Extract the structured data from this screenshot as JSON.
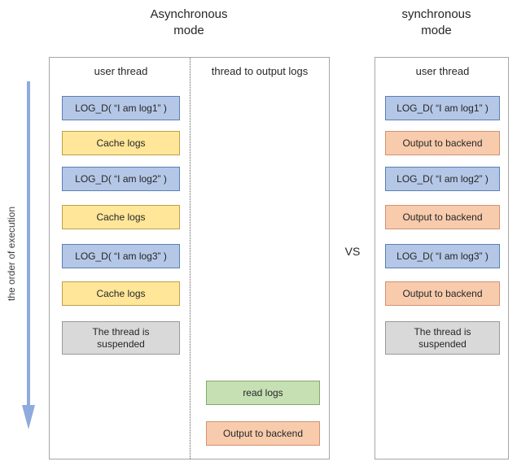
{
  "titles": {
    "left": "Asynchronous\nmode",
    "right": "synchronous\nmode"
  },
  "vs_label": "VS",
  "axis_label": "the order of execution",
  "async_panel": {
    "user_thread_header": "user thread",
    "output_thread_header": "thread to output logs",
    "user_boxes": [
      {
        "label": "LOG_D( “I am log1” )",
        "type": "blue"
      },
      {
        "label": "Cache logs",
        "type": "yellow"
      },
      {
        "label": "LOG_D( “I am log2” )",
        "type": "blue"
      },
      {
        "label": "Cache logs",
        "type": "yellow"
      },
      {
        "label": "LOG_D( “I am log3” )",
        "type": "blue"
      },
      {
        "label": "Cache logs",
        "type": "yellow"
      },
      {
        "label": "The thread is suspended",
        "type": "gray"
      }
    ],
    "output_boxes": [
      {
        "label": "read logs",
        "type": "green"
      },
      {
        "label": "Output to backend",
        "type": "orange"
      }
    ]
  },
  "sync_panel": {
    "user_thread_header": "user thread",
    "boxes": [
      {
        "label": "LOG_D( “I am log1” )",
        "type": "blue"
      },
      {
        "label": "Output to backend",
        "type": "orange"
      },
      {
        "label": "LOG_D( “I am log2” )",
        "type": "blue"
      },
      {
        "label": "Output to backend",
        "type": "orange"
      },
      {
        "label": "LOG_D( “I am log3” )",
        "type": "blue"
      },
      {
        "label": "Output to backend",
        "type": "orange"
      },
      {
        "label": "The thread is suspended",
        "type": "gray"
      }
    ]
  },
  "colors": {
    "blue_fill": "#b4c7e7",
    "blue_border": "#5b7fb5",
    "yellow_fill": "#ffe699",
    "yellow_border": "#bfa04a",
    "orange_fill": "#f8cbad",
    "orange_border": "#d29270",
    "green_fill": "#c6e0b4",
    "green_border": "#84a968",
    "gray_fill": "#d9d9d9",
    "gray_border": "#999999",
    "arrow": "#8faadc"
  }
}
